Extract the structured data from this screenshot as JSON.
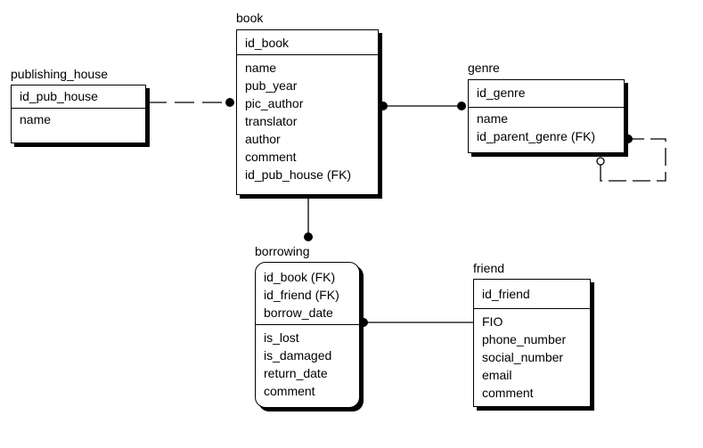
{
  "entities": {
    "publishing_house": {
      "title": "publishing_house",
      "keys": [
        "id_pub_house"
      ],
      "attributes": [
        "name"
      ]
    },
    "book": {
      "title": "book",
      "keys": [
        "id_book"
      ],
      "attributes": [
        "name",
        "pub_year",
        "pic_author",
        "translator",
        "author",
        "comment",
        "id_pub_house (FK)"
      ]
    },
    "genre": {
      "title": "genre",
      "keys": [
        "id_genre"
      ],
      "attributes": [
        "name",
        "id_parent_genre (FK)"
      ]
    },
    "borrowing": {
      "title": "borrowing",
      "keys": [
        "id_book (FK)",
        "id_friend (FK)",
        "borrow_date"
      ],
      "attributes": [
        "is_lost",
        "is_damaged",
        "return_date",
        "comment"
      ]
    },
    "friend": {
      "title": "friend",
      "keys": [
        "id_friend"
      ],
      "attributes": [
        "FIO",
        "phone_number",
        "social_number",
        "email",
        "comment"
      ]
    }
  },
  "relationships": [
    {
      "from": "publishing_house",
      "to": "book",
      "style": "non-identifying",
      "line": "dashed"
    },
    {
      "from": "book",
      "to": "genre",
      "style": "identifying",
      "line": "solid"
    },
    {
      "from": "book",
      "to": "borrowing",
      "style": "identifying",
      "line": "solid"
    },
    {
      "from": "friend",
      "to": "borrowing",
      "style": "identifying",
      "line": "solid"
    },
    {
      "from": "genre",
      "to": "genre",
      "style": "recursive",
      "line": "dashed"
    }
  ],
  "colors": {
    "line": "#000000",
    "box_fill": "#ffffff",
    "shadow": "#000000"
  }
}
